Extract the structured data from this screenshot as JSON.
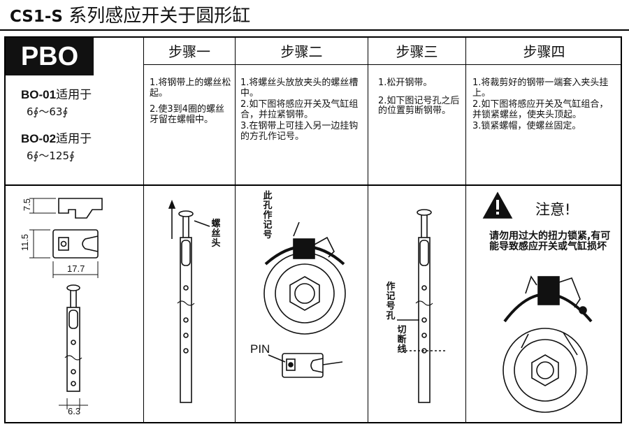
{
  "header": {
    "code": "CS1-S",
    "title": "系列感应开关于圆形缸"
  },
  "left": {
    "logo": "PBO",
    "bo01": {
      "model": "BO-01",
      "suffix": "适用于",
      "range": "6∮～63∮"
    },
    "bo02": {
      "model": "BO-02",
      "suffix": "适用于",
      "range": "6∮～125∮"
    }
  },
  "steps": [
    {
      "title": "步骤一",
      "lines": [
        "1.将钢带上的螺丝松起。",
        "2.使3到4圈的螺丝牙留在螺帽中。"
      ]
    },
    {
      "title": "步骤二",
      "lines": [
        "1.将螺丝头放放夹头的螺丝槽中。",
        "2.如下图将感应开关及气缸组合，并拉紧钢带。",
        "3.在钢带上可挂入另一边挂钩的方孔作记号。"
      ]
    },
    {
      "title": "步骤三",
      "lines": [
        "1.松开钢带。",
        "2.如下图记号孔之后的位置剪断钢带。"
      ]
    },
    {
      "title": "步骤四",
      "lines": [
        "1.将裁剪好的钢带一端套入夹头挂上。",
        "2.如下图将感应开关及气缸组合，并锁紧螺丝，使夹头顶起。",
        "3.锁紧螺帽，使螺丝固定。"
      ]
    }
  ],
  "dims": {
    "d1": "7.5",
    "d2": "11.5",
    "d3": "17.7",
    "d4": "6.3"
  },
  "labels": {
    "screw_head": "螺丝头",
    "this_hole": "此孔作记号",
    "pin": "PIN",
    "mark_hole": "作记号孔",
    "cut_line": "切断线"
  },
  "warning": {
    "title": "注意!",
    "body": "请勿用过大的扭力锁紧,有可能导致感应开关或气缸损坏"
  }
}
